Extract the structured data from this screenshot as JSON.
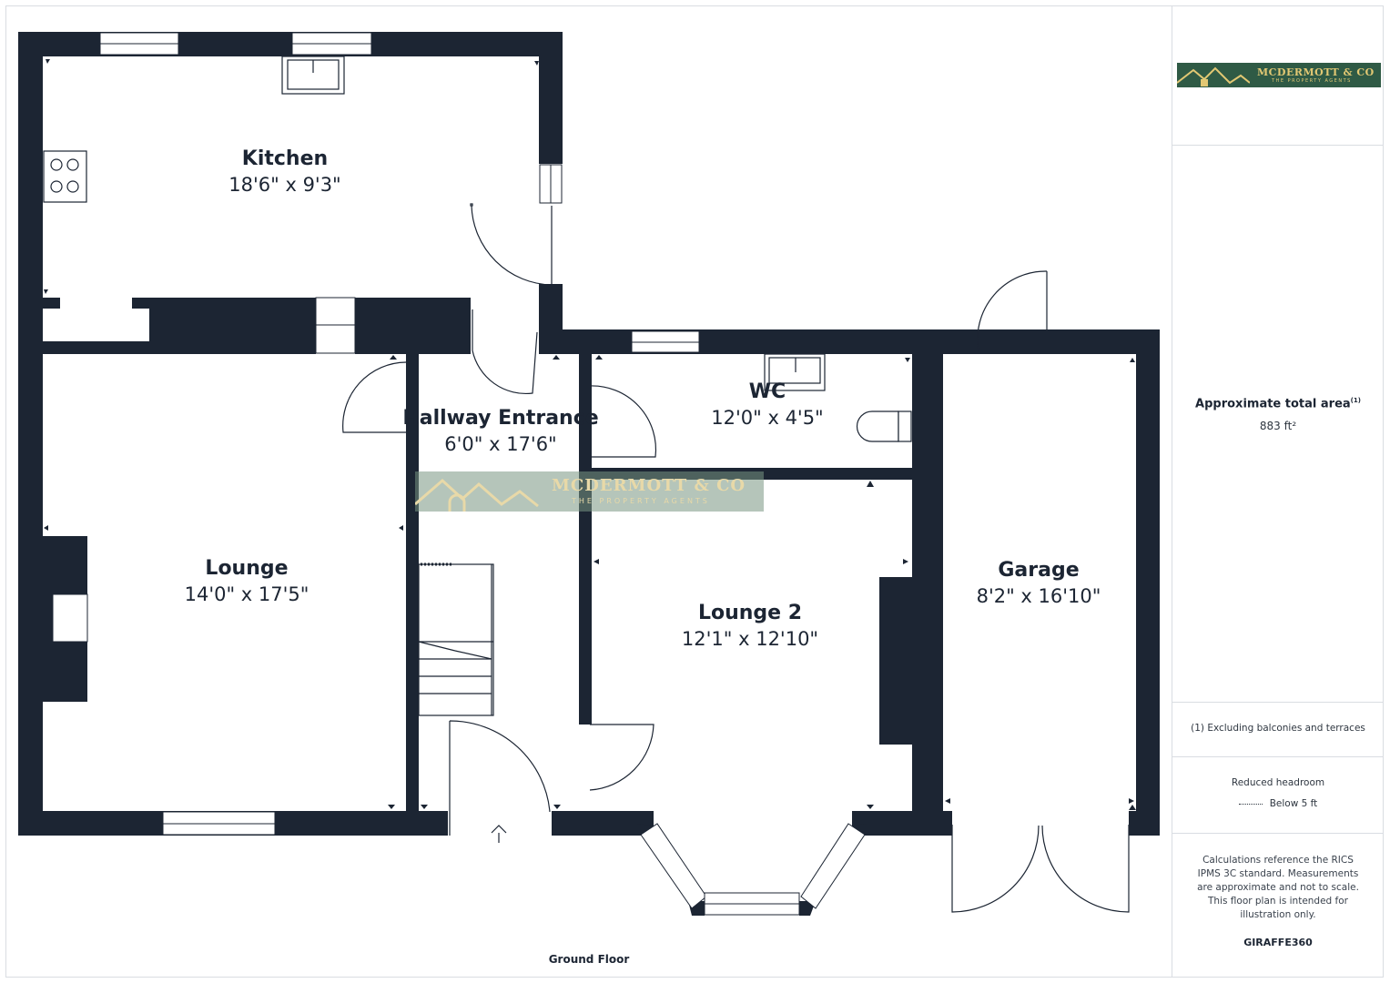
{
  "rooms": {
    "kitchen": {
      "name": "Kitchen",
      "dims": "18'6\" x 9'3\""
    },
    "hallway": {
      "name": "Hallway Entrance",
      "dims": "6'0\" x 17'6\""
    },
    "wc": {
      "name": "WC",
      "dims": "12'0\" x 4'5\""
    },
    "lounge": {
      "name": "Lounge",
      "dims": "14'0\" x 17'5\""
    },
    "lounge2": {
      "name": "Lounge 2",
      "dims": "12'1\" x 12'10\""
    },
    "garage": {
      "name": "Garage",
      "dims": "8'2\" x 16'10\""
    }
  },
  "floor_name": "Ground Floor",
  "watermark": {
    "brand": "MCDERMOTT & CO",
    "tagline": "THE PROPERTY AGENTS"
  },
  "sidebar": {
    "logo": {
      "brand": "MCDERMOTT & CO",
      "tagline": "THE PROPERTY AGENTS"
    },
    "area_title": "Approximate total area",
    "area_superscript": "(1)",
    "area_value": "883 ft²",
    "footnote": "(1) Excluding balconies and terraces",
    "headroom_title": "Reduced headroom",
    "headroom_legend": "Below 5 ft",
    "disclaimer": "Calculations reference the RICS IPMS 3C standard. Measurements are approximate and not to scale. This floor plan is intended for illustration only.",
    "credit": "GIRAFFE360"
  },
  "colors": {
    "wall": "#1c2533",
    "watermark_bg": "#7a9684",
    "logo_bg": "#2f5a45",
    "logo_text": "#e2c873"
  }
}
